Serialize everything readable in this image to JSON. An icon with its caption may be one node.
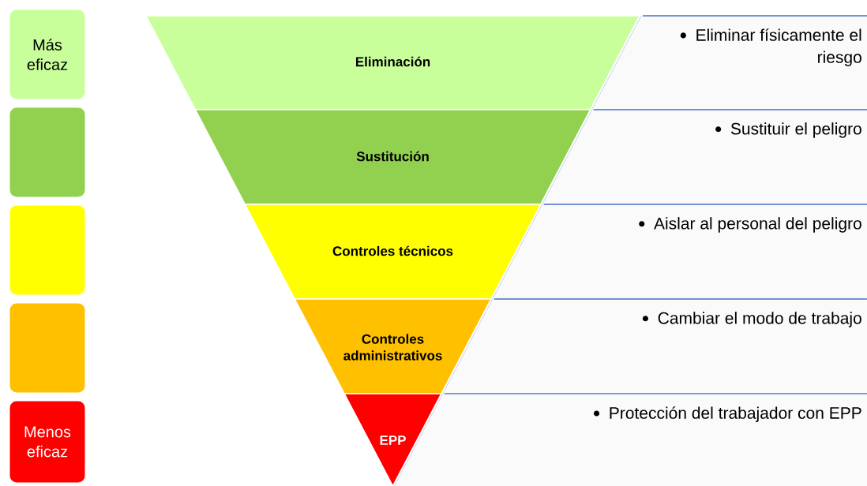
{
  "diagram": {
    "nodes": [
      {
        "text": [
          "Más eficaz"
        ]
      },
      {
        "text": [],
        "shape": "box"
      },
      {
        "text": [],
        "shape": "box"
      },
      {
        "text": [],
        "shape": "box"
      },
      {
        "text": [
          "Menos eficaz"
        ]
      },
      {
        "text": [
          "Eliminación"
        ]
      },
      {
        "text": [
          "Sustitución"
        ]
      },
      {
        "text": [
          "Controles técnicos"
        ]
      },
      {
        "text": [
          "Controles administrativos"
        ]
      },
      {
        "text": [
          "EPP"
        ]
      },
      {
        "text": [
          "Eliminar físicamente el riesgo"
        ]
      },
      {
        "text": [
          "Sustituir el peligro"
        ]
      },
      {
        "text": [
          "Aislar al personal del peligro"
        ]
      },
      {
        "text": [
          "Cambiar el modo de trabajo"
        ]
      },
      {
        "text": [
          "Protección del trabajador con EPP"
        ]
      }
    ]
  }
}
